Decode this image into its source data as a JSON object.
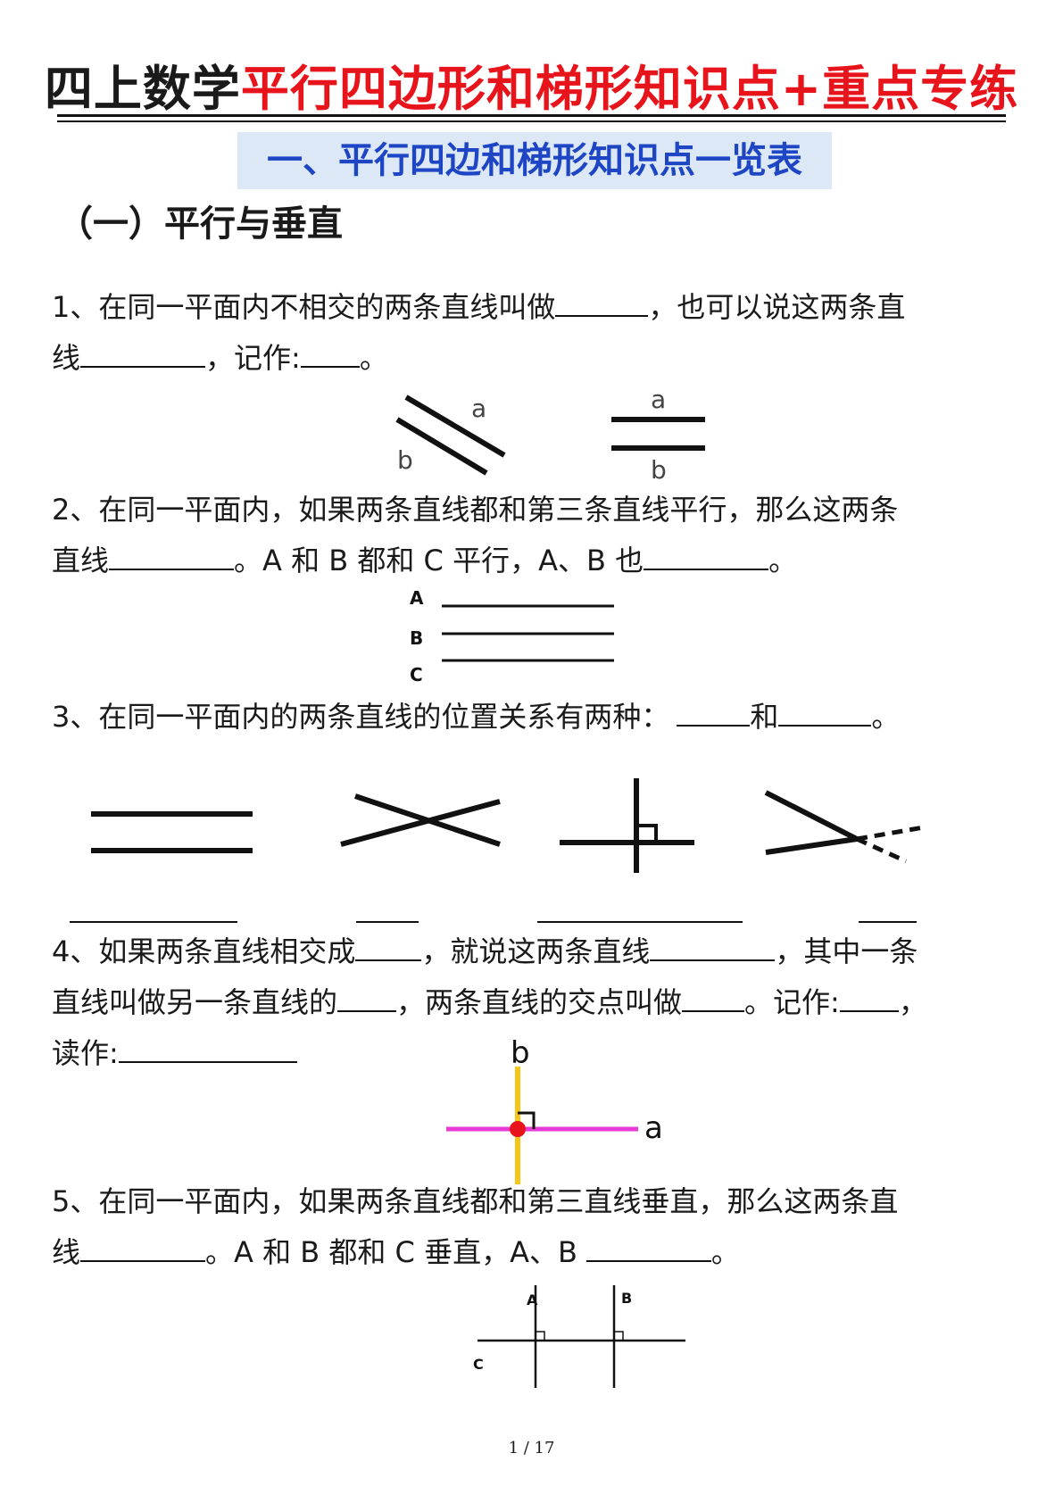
{
  "title": {
    "part1": "四上数学",
    "part2": "平行四边形和梯形知识点+重点专练"
  },
  "section_banner": "一、平行四边和梯形知识点一览表",
  "subsection": "（一）平行与垂直",
  "q1": {
    "line1_a": "1、在同一平面内不相交的两条直线叫做",
    "line1_b": "，也可以说这两条直",
    "line2_a": "线",
    "line2_b": "，记作:",
    "line2_c": "。"
  },
  "fig1": {
    "label_a": "a",
    "label_b": "b"
  },
  "q2": {
    "line1": "2、在同一平面内，如果两条直线都和第三条直线平行，那么这两条",
    "line2_a": "直线",
    "line2_b": "。A 和 B 都和 C 平行，A、B 也",
    "line2_c": "。"
  },
  "fig2": {
    "label_A": "A",
    "label_B": "B",
    "label_C": "C"
  },
  "q3": {
    "text_a": "3、在同一平面内的两条直线的位置关系有两种：",
    "text_b": "和",
    "text_c": "。"
  },
  "q4": {
    "line1_a": "4、如果两条直线相交成",
    "line1_b": "，就说这两条直线",
    "line1_c": "，其中一条",
    "line2_a": "直线叫做另一条直线的",
    "line2_b": "，两条直线的交点叫做",
    "line2_c": "。记作:",
    "line2_d": "，",
    "line3_a": "读作:"
  },
  "fig4": {
    "label_a": "a",
    "label_b": "b",
    "colors": {
      "line_a": "#e83ad6",
      "line_b": "#f5c518",
      "point": "#e8141b"
    }
  },
  "q5": {
    "line1": "5、在同一平面内，如果两条直线都和第三直线垂直，那么这两条直",
    "line2_a": "线",
    "line2_b": "。A 和 B 都和 C 垂直，A、B",
    "line2_c": "。"
  },
  "fig5": {
    "label_A": "A",
    "label_B": "B",
    "label_C": "C"
  },
  "page_number": "1 / 17",
  "colors": {
    "title_black": "#111111",
    "title_red": "#e8141b",
    "banner_bg": "#dce8f5",
    "banner_text": "#1d45c4"
  }
}
